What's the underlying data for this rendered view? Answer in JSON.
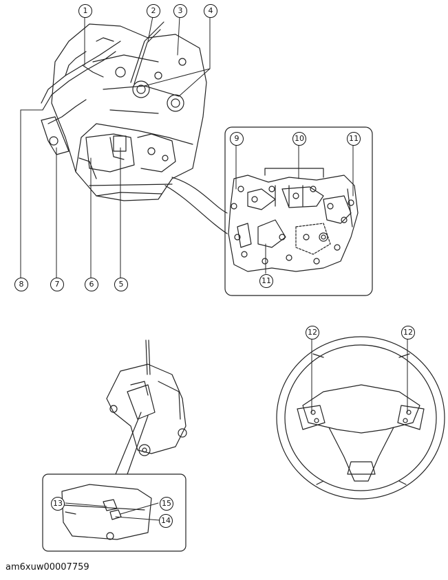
{
  "callouts": {
    "c1": "1",
    "c2": "2",
    "c3": "3",
    "c4": "4",
    "c5": "5",
    "c6": "6",
    "c7": "7",
    "c8": "8",
    "c9": "9",
    "c10": "10",
    "c11a": "11",
    "c11b": "11",
    "c12a": "12",
    "c12b": "12",
    "c13": "13",
    "c14": "14",
    "c15": "15"
  },
  "caption": "am6xuw00007759"
}
